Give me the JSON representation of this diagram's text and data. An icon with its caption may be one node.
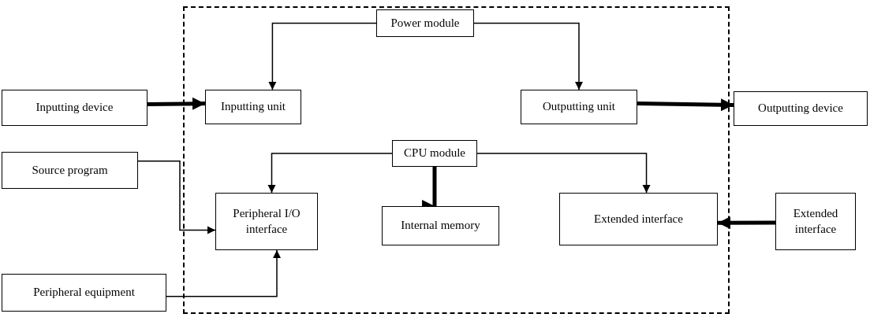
{
  "diagram": {
    "nodes": [
      {
        "text": [],
        "shape": "box"
      },
      {
        "text": [
          "Power module"
        ],
        "in": 0
      },
      {
        "text": [
          "Inputting device"
        ]
      },
      {
        "text": [
          "Inputting unit"
        ],
        "in": 0
      },
      {
        "text": [
          "Outputting unit"
        ],
        "in": 0
      },
      {
        "text": [
          "Outputting device"
        ]
      },
      {
        "text": [
          "CPU module"
        ],
        "in": 0
      },
      {
        "text": [
          "Source program"
        ]
      },
      {
        "text": [
          "Peripheral I/O interface"
        ],
        "in": 0
      },
      {
        "text": [
          "Internal memory"
        ],
        "in": 0
      },
      {
        "text": [
          "Extended interface"
        ],
        "in": 0
      },
      {
        "text": [
          "Extended interface"
        ]
      },
      {
        "text": [
          "Peripheral equipment"
        ]
      }
    ],
    "edges": [
      {
        "from": 1,
        "to": 3,
        "arrow": "to"
      },
      {
        "from": 1,
        "to": 4,
        "arrow": "to"
      },
      {
        "from": 2,
        "to": 3,
        "arrow": "to",
        "style": "thick"
      },
      {
        "from": 4,
        "to": 5,
        "arrow": "to",
        "style": "thick"
      },
      {
        "from": 6,
        "to": 8,
        "arrow": "to"
      },
      {
        "from": 6,
        "to": 9,
        "arrow": "to",
        "style": "thick"
      },
      {
        "from": 6,
        "to": 10,
        "arrow": "to"
      },
      {
        "from": 7,
        "to": 8,
        "arrow": "to"
      },
      {
        "from": 12,
        "to": 8,
        "arrow": "to"
      },
      {
        "from": 11,
        "to": 10,
        "arrow": "to",
        "style": "thick"
      }
    ]
  }
}
